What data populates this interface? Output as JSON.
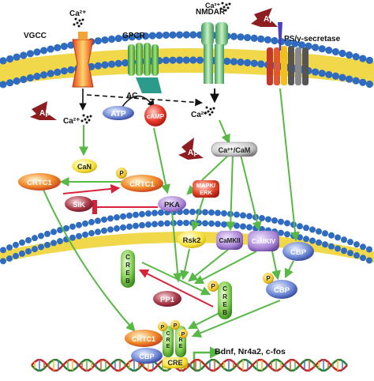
{
  "labels": {
    "ca_top_left": "Ca²⁺",
    "ca_top_right": "Ca²⁺",
    "vgcc": "VGCC",
    "gpcr": "GPCR",
    "nmdar": "NMDAR",
    "ps_gamma": "PS/γ-secretase",
    "abeta_top": "Aβ",
    "abeta_left": "Aβ",
    "abeta_mid": "Aβ",
    "ac": "AC",
    "atp": "ATP",
    "camp": "cAMP",
    "ca_in_left": "Ca²⁺",
    "ca_in_right": "Ca²⁺",
    "can": "CaN",
    "ca_cam": "Ca²⁺/CaM",
    "crtc1_left": "CRTC1",
    "crtc1_p": "CRTC1",
    "p": "P",
    "sik": "SIK",
    "pka": "PKA",
    "mapk_erk_1": "MAPK/",
    "mapk_erk_2": "ERK",
    "rsk2": "Rsk2",
    "camkii": "CaMKII",
    "camkiv": "CaMKIV",
    "cbp_nuc": "CBP",
    "cbp_p": "CBP",
    "creb_1": "C",
    "creb_2": "R",
    "creb_3": "E",
    "creb_4": "B",
    "pp1": "PP1",
    "crtc1_dna": "CRTC1",
    "cbp_dna": "CBP",
    "cre": "CRE",
    "target_genes": "Bdnf, Nr4a2, c-fos"
  },
  "colors": {
    "membrane_blue": "#2f6cc0",
    "membrane_yellow": "#f1d84a",
    "arrow_green": "#57b846",
    "inhibit_red": "#d6233a",
    "abeta": "#8e1d22"
  }
}
